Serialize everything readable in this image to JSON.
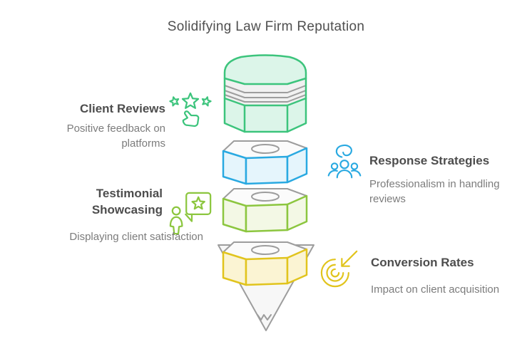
{
  "title": "Solidifying Law Firm Reputation",
  "items": [
    {
      "heading": "Client Reviews",
      "description": "Positive feedback on platforms",
      "icon": "stars-rating-icon",
      "side": "left",
      "accent": "#3cc47c"
    },
    {
      "heading": "Response Strategies",
      "description": "Professionalism in handling reviews",
      "icon": "people-discussion-icon",
      "side": "right",
      "accent": "#29a9e1"
    },
    {
      "heading": "Testimonial Showcasing",
      "description": "Displaying client satisfaction",
      "icon": "person-testimonial-icon",
      "side": "left",
      "accent": "#8cc63f"
    },
    {
      "heading": "Conversion Rates",
      "description": "Impact on client acquisition",
      "icon": "target-arrow-icon",
      "side": "right",
      "accent": "#e1c41d"
    }
  ],
  "funnel": {
    "shape": "screw",
    "segments": [
      {
        "name": "screw-head",
        "accent": "#3cc47c"
      },
      {
        "name": "hex-nut-1",
        "accent": "#29a9e1"
      },
      {
        "name": "hex-nut-2",
        "accent": "#8cc63f"
      },
      {
        "name": "hex-nut-3",
        "accent": "#e1c41d"
      },
      {
        "name": "screw-tip",
        "accent": "#9d9d9d"
      }
    ]
  },
  "colors": {
    "green": "#3cc47c",
    "green_light": "#dcf5e9",
    "blue": "#29a9e1",
    "blue_light": "#e5f5fc",
    "lime": "#8cc63f",
    "lime_light": "#f3f8e5",
    "gold": "#e1c41d",
    "gold_light": "#fbf4d3",
    "gray": "#9d9d9d",
    "gray_light": "#f1f1f1",
    "face": "#fbfbfb",
    "cone": "#f7f7f7",
    "title": "#4f4f4f",
    "heading": "#4d4d4d",
    "subtext": "#7c7c7c"
  }
}
